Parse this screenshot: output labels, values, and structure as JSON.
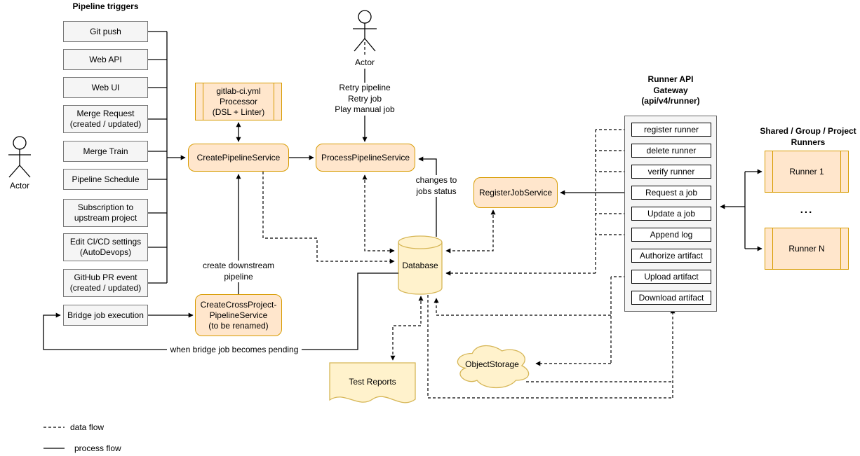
{
  "colors": {
    "service_fill": "#ffe6cc",
    "service_border": "#d79b00",
    "storage_fill": "#fff2cc",
    "storage_border": "#d6b656",
    "trigger_fill": "#f5f5f5",
    "trigger_border": "#777777",
    "gateway_fill": "#f5f5f5",
    "endpoint_fill": "#ffffff"
  },
  "legend": {
    "data_flow": "data flow",
    "process_flow": "process flow"
  },
  "left_actor": {
    "label": "Actor"
  },
  "top_actor": {
    "label": "Actor",
    "actions": "Retry pipeline\nRetry job\nPlay manual job"
  },
  "triggers": {
    "title": "Pipeline triggers",
    "items": [
      "Git push",
      "Web API",
      "Web UI",
      "Merge Request\n(created / updated)",
      "Merge Train",
      "Pipeline Schedule",
      "Subscription to\nupstream project",
      "Edit CI/CD settings\n(AutoDevops)",
      "GitHub PR event\n(created / updated)"
    ],
    "bridge": "Bridge job execution"
  },
  "services": {
    "processor": "gitlab-ci.yml\nProcessor\n(DSL + Linter)",
    "create_pipeline": "CreatePipelineService",
    "process_pipeline": "ProcessPipelineService",
    "register_job": "RegisterJobService",
    "create_cross_project": "CreateCrossProject-\nPipelineService\n(to be renamed)"
  },
  "storage": {
    "database": "Database",
    "test_reports": "Test Reports",
    "object_storage": "ObjectStorage"
  },
  "gateway": {
    "title": "Runner API\nGateway\n(api/v4/runner)",
    "endpoints": [
      "register runner",
      "delete runner",
      "verify runner",
      "Request a job",
      "Update a job",
      "Append log",
      "Authorize artifact",
      "Upload artifact",
      "Download artifact"
    ]
  },
  "runners": {
    "title": "Shared / Group / Project\nRunners",
    "items": [
      "Runner 1",
      "Runner N"
    ],
    "ellipsis": "..."
  },
  "annotations": {
    "create_downstream": "create downstream\npipeline",
    "when_bridge": "when bridge job becomes pending",
    "changes_to": "changes to\njobs status"
  }
}
